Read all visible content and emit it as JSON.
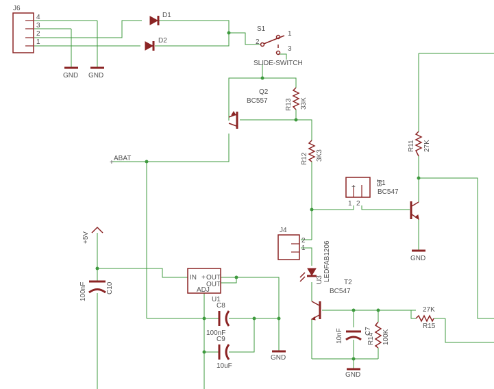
{
  "labels": {
    "j6": "J6",
    "j6_pin4": "4",
    "j6_pin3": "3",
    "j6_pin2": "2",
    "j6_pin1": "1",
    "gnd": "GND",
    "d1": "D1",
    "d2": "D2",
    "s1": "S1",
    "s1_pin1": "1",
    "s1_pin2": "2",
    "s1_pin3": "3",
    "slide_switch": "SLIDE-SWITCH",
    "q2": "Q2",
    "bc557": "BC557",
    "r13": "R13",
    "r13_val": "33K",
    "abat": "ABAT",
    "r12": "R12",
    "r12_val": "3K3",
    "j3": "J3",
    "j3_pin1": "1",
    "j3_pin2": "2",
    "t1": "T1",
    "bc547": "BC547",
    "r11": "R11",
    "r11_val": "27K",
    "j4": "J4",
    "j4_pin1": "1",
    "j4_pin2": "2",
    "u3": "U3",
    "ledfab": "LEDFAB1206",
    "t2": "T2",
    "plus5v": "+5V",
    "c10": "C10",
    "c10_val": "100nF",
    "u1": "U1",
    "u1_in": "IN",
    "u1_out1": "OUT",
    "u1_out2": "OUT",
    "u1_adj": "ADJ",
    "c8": "C8",
    "c8_val": "100nF",
    "c9": "C9",
    "c9_val": "10uF",
    "c7": "C7",
    "c7_val": "10nF",
    "r14": "R14",
    "r14_val": "100K",
    "r15": "R15",
    "r15_val": "27K"
  }
}
